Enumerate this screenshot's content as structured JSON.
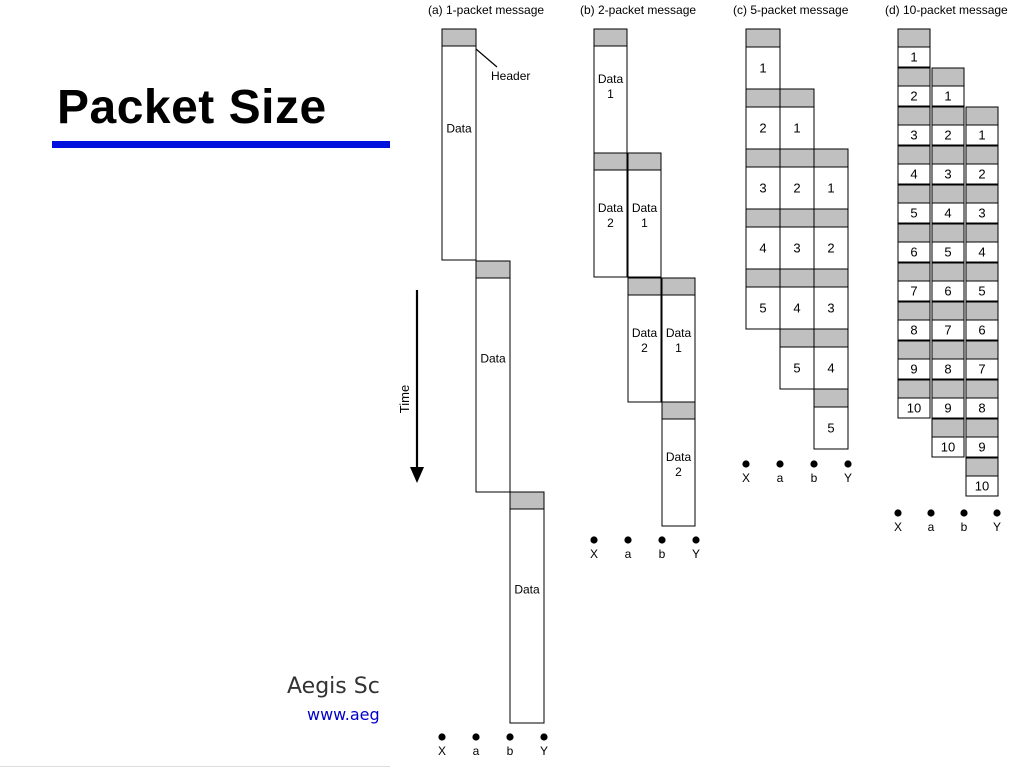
{
  "slide": {
    "title": "Packet Size",
    "footer_org": "Aegis Sc",
    "footer_url": "www.aeg"
  },
  "diagram": {
    "time_label": "Time",
    "header_label": "Header",
    "node_labels": [
      "X",
      "a",
      "b",
      "Y"
    ],
    "panels": [
      {
        "caption": "(a) 1-packet message",
        "data_label": "Data"
      },
      {
        "caption": "(b) 2-packet message",
        "data_labels": [
          "Data 1",
          "Data 2"
        ]
      },
      {
        "caption": "(c) 5-packet message",
        "packet_numbers": [
          "1",
          "2",
          "3",
          "4",
          "5"
        ]
      },
      {
        "caption": "(d) 10-packet message",
        "packet_numbers": [
          "1",
          "2",
          "3",
          "4",
          "5",
          "6",
          "7",
          "8",
          "9",
          "10"
        ]
      }
    ],
    "colors": {
      "header_fill": "#c0c0c0",
      "stroke": "#000000",
      "title_rule": "#0011dd"
    }
  }
}
